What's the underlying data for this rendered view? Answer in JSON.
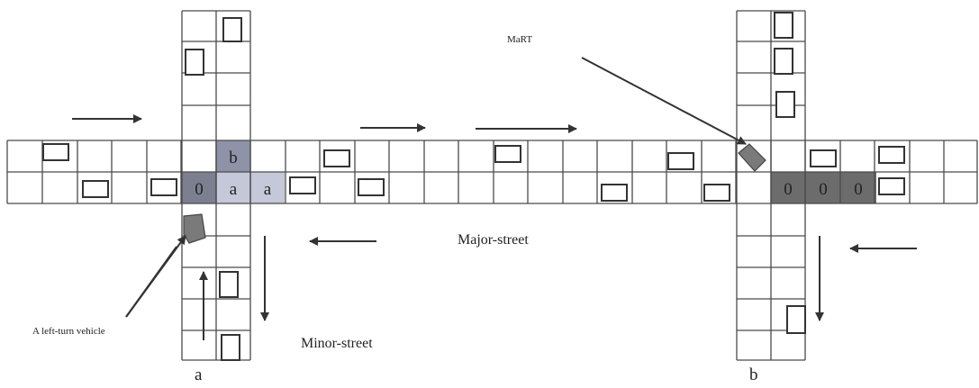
{
  "labels": {
    "mart": "MaRT",
    "major_street": "Major-street",
    "minor_street": "Minor-street",
    "left_turn_vehicle": "A left-turn vehicle"
  },
  "panels": [
    {
      "caption": "a",
      "cell_text": [
        "b",
        "0",
        "a",
        "a"
      ]
    },
    {
      "caption": "b",
      "cell_text": [
        "0",
        "0",
        "0"
      ]
    }
  ],
  "colors": {
    "grid_line": "#4a4a4a",
    "conflict_cell_light": "#c4c8d8",
    "conflict_cell_mid": "#8f93a8",
    "occupied_cell_dark": "#6c6c6c",
    "vehicle": "#7a7a7a",
    "arrow": "#333333"
  }
}
